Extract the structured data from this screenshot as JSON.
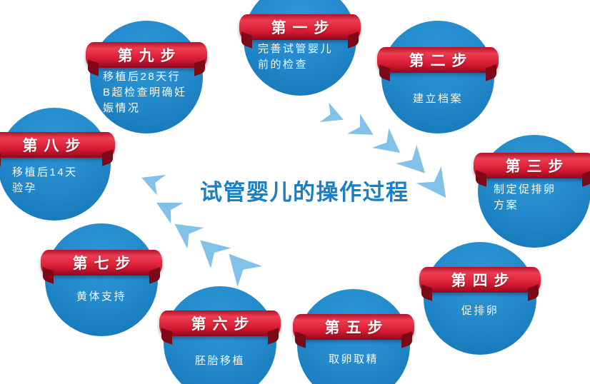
{
  "title": "试管婴儿的操作过程",
  "colors": {
    "circle_blue": "#2187c8",
    "ribbon_red": "#e22a40",
    "ribbon_dark_red": "#8c0a1d",
    "arrow_blue": "#82c2e8",
    "title_blue": "#1a80c2",
    "step_text_white": "#ffffff"
  },
  "icons": {
    "flow_arrow": "dart-chevron"
  },
  "steps": [
    {
      "label": "第一步",
      "description": "完善试管婴儿前的检查"
    },
    {
      "label": "第二步",
      "description": "建立档案"
    },
    {
      "label": "第三步",
      "description": "制定促排卵方案"
    },
    {
      "label": "第四步",
      "description": "促排卵"
    },
    {
      "label": "第五步",
      "description": "取卵取精"
    },
    {
      "label": "第六步",
      "description": "胚胎移植"
    },
    {
      "label": "第七步",
      "description": "黄体支持"
    },
    {
      "label": "第八步",
      "description": "移植后14天验孕"
    },
    {
      "label": "第九步",
      "description": "移植后28天行B超检查明确妊娠情况"
    }
  ]
}
